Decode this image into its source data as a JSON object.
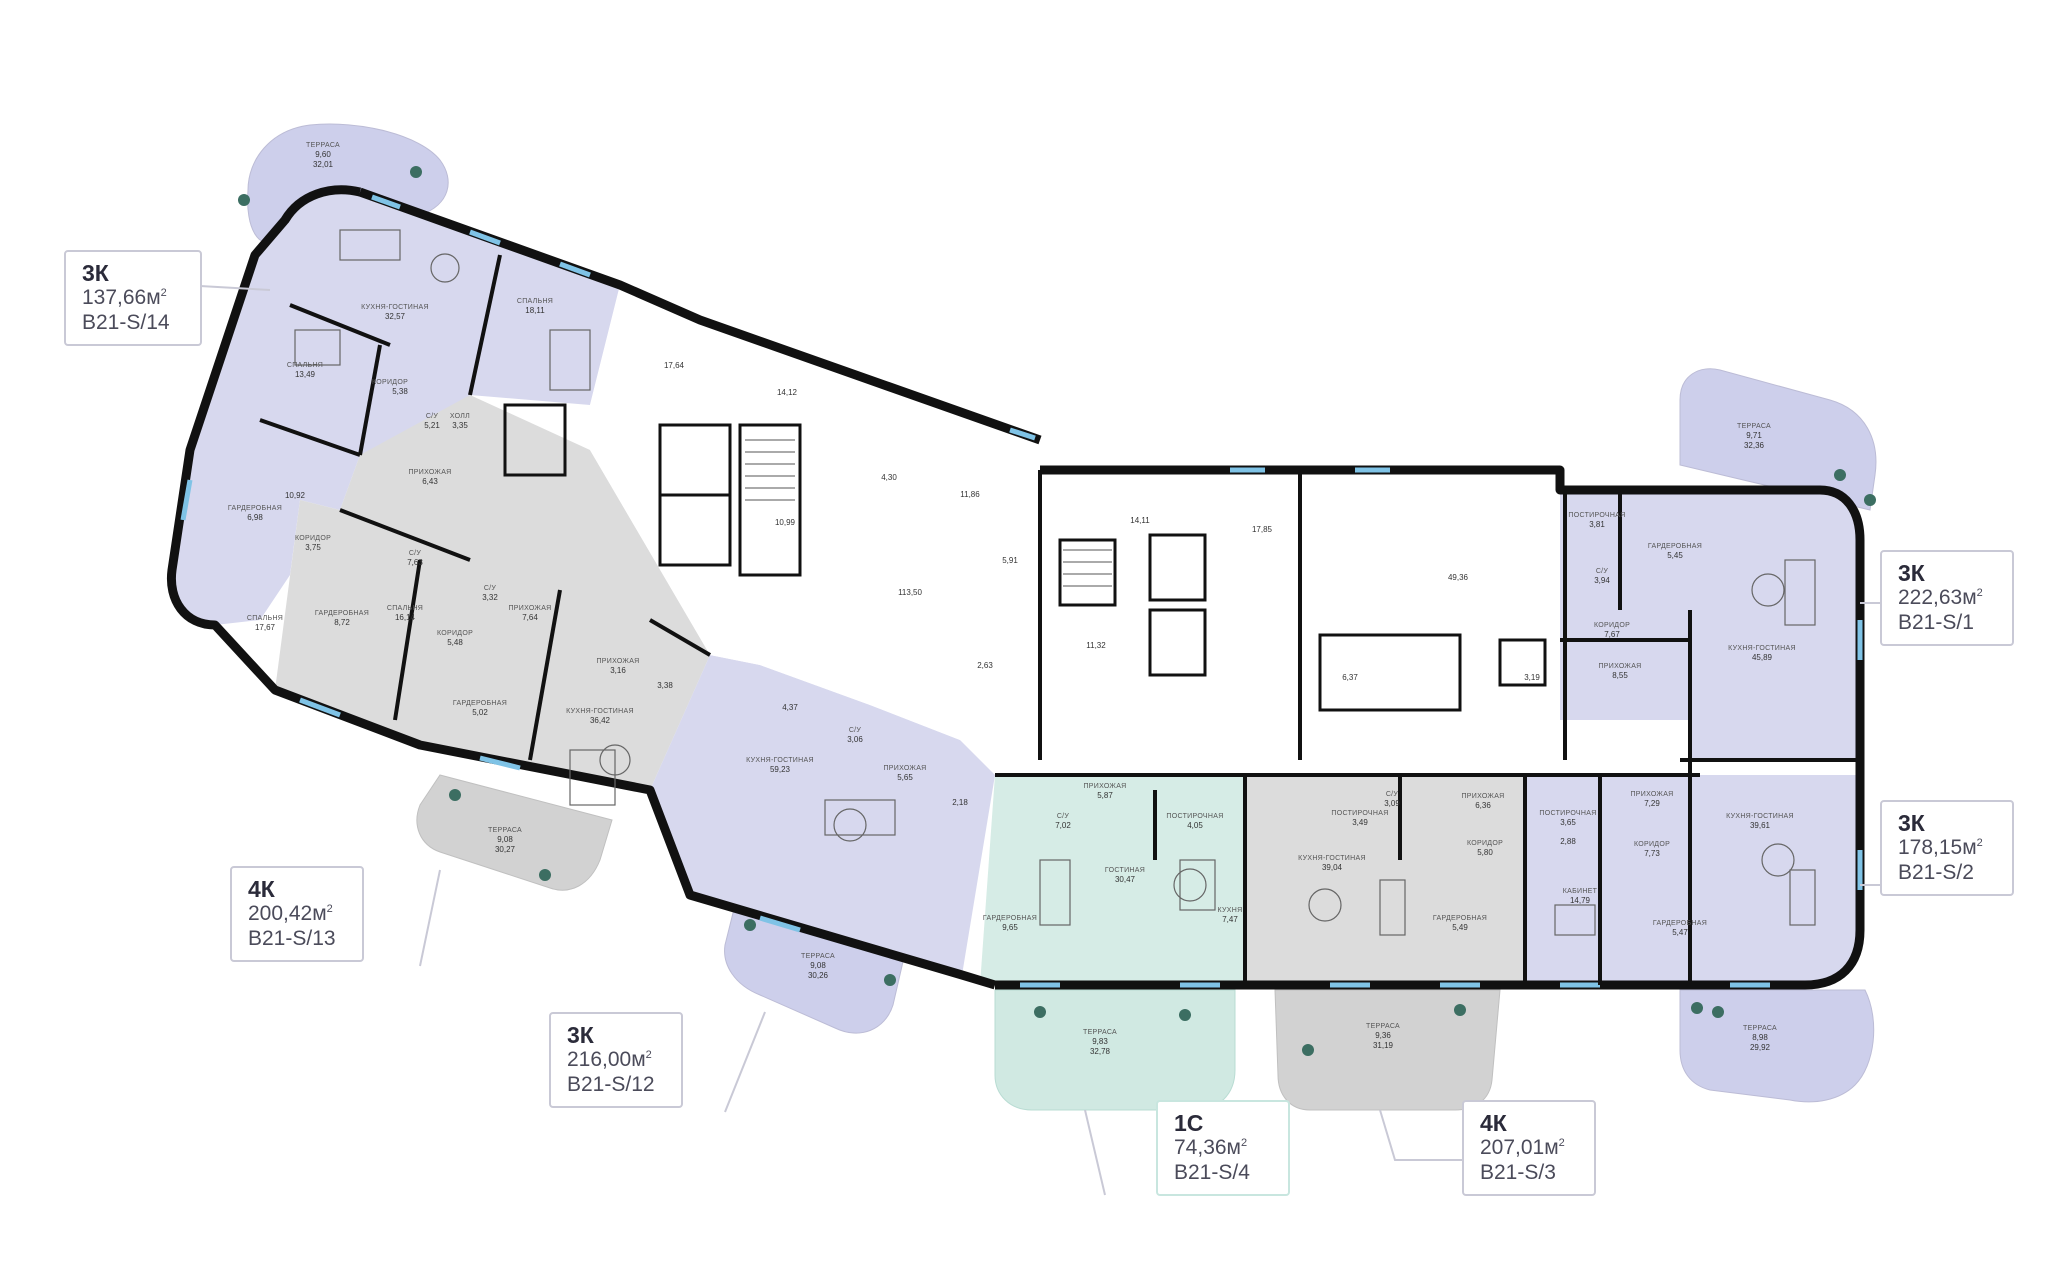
{
  "colors": {
    "apartment_lavender": "#d7d8ee",
    "apartment_gray": "#dcdcdc",
    "apartment_mint": "#d6ece6",
    "terrace_lavender": "#cdcfeb",
    "terrace_gray": "#d2d2d2",
    "terrace_mint": "#d0e9e2",
    "wall": "#111111",
    "window": "#7fc3e6",
    "card_border": "#c9c9d6"
  },
  "apartments": [
    {
      "id": "s14",
      "type": "3К",
      "area": "137,66м",
      "code": "B21-S/14"
    },
    {
      "id": "s13",
      "type": "4К",
      "area": "200,42м",
      "code": "B21-S/13"
    },
    {
      "id": "s12",
      "type": "3К",
      "area": "216,00м",
      "code": "B21-S/12"
    },
    {
      "id": "s4",
      "type": "1С",
      "area": "74,36м",
      "code": "B21-S/4"
    },
    {
      "id": "s3",
      "type": "4К",
      "area": "207,01м",
      "code": "B21-S/3"
    },
    {
      "id": "s1",
      "type": "3К",
      "area": "222,63м",
      "code": "B21-S/1"
    },
    {
      "id": "s2",
      "type": "3К",
      "area": "178,15м",
      "code": "B21-S/2"
    }
  ],
  "area_unit_sup": "2",
  "terraces": [
    {
      "label": "ТЕРРАСА",
      "v1": "9,60",
      "v2": "32,01"
    },
    {
      "label": "ТЕРРАСА",
      "v1": "9,08",
      "v2": "30,27"
    },
    {
      "label": "ТЕРРАСА",
      "v1": "9,08",
      "v2": "30,26"
    },
    {
      "label": "ТЕРРАСА",
      "v1": "9,83",
      "v2": "32,78"
    },
    {
      "label": "ТЕРРАСА",
      "v1": "9,36",
      "v2": "31,19"
    },
    {
      "label": "ТЕРРАСА",
      "v1": "9,71",
      "v2": "32,36"
    },
    {
      "label": "ТЕРРАСА",
      "v1": "8,98",
      "v2": "29,92"
    }
  ],
  "rooms": [
    {
      "label": "КУХНЯ-ГОСТИНАЯ",
      "area": "32,57"
    },
    {
      "label": "СПАЛЬНЯ",
      "area": "18,11"
    },
    {
      "label": "СПАЛЬНЯ",
      "area": "13,49"
    },
    {
      "label": "КОРИДОР",
      "area": "5,38"
    },
    {
      "label": "С/У",
      "area": "5,21"
    },
    {
      "label": "ХОЛЛ",
      "area": "3,35"
    },
    {
      "label": "ПРИХОЖАЯ",
      "area": "6,43"
    },
    {
      "label": "",
      "area": "10,92"
    },
    {
      "label": "ГАРДЕРОБНАЯ",
      "area": "6,98"
    },
    {
      "label": "КОРИДОР",
      "area": "3,75"
    },
    {
      "label": "СПАЛЬНЯ",
      "area": "17,67"
    },
    {
      "label": "С/У",
      "area": "7,63"
    },
    {
      "label": "С/У",
      "area": "3,32"
    },
    {
      "label": "ГАРДЕРОБНАЯ",
      "area": "8,72"
    },
    {
      "label": "СПАЛЬНЯ",
      "area": "16,14"
    },
    {
      "label": "КОРИДОР",
      "area": "5,48"
    },
    {
      "label": "ПРИХОЖАЯ",
      "area": "7,64"
    },
    {
      "label": "ГАРДЕРОБНАЯ",
      "area": "5,02"
    },
    {
      "label": "КУХНЯ-ГОСТИНАЯ",
      "area": "36,42"
    },
    {
      "label": "ПРИХОЖАЯ",
      "area": "3,16"
    },
    {
      "label": "",
      "area": "3,38"
    },
    {
      "label": "",
      "area": "4,37"
    },
    {
      "label": "С/У",
      "area": "3,06"
    },
    {
      "label": "КУХНЯ-ГОСТИНАЯ",
      "area": "59,23"
    },
    {
      "label": "ПРИХОЖАЯ",
      "area": "5,65"
    },
    {
      "label": "",
      "area": "2,18"
    },
    {
      "label": "",
      "area": "17,64"
    },
    {
      "label": "",
      "area": "14,12"
    },
    {
      "label": "",
      "area": "10,99"
    },
    {
      "label": "",
      "area": "4,30"
    },
    {
      "label": "",
      "area": "11,86"
    },
    {
      "label": "",
      "area": "113,50"
    },
    {
      "label": "",
      "area": "5,91"
    },
    {
      "label": "",
      "area": "2,63"
    },
    {
      "label": "",
      "area": "14,11"
    },
    {
      "label": "",
      "area": "11,32"
    },
    {
      "label": "",
      "area": "17,85"
    },
    {
      "label": "",
      "area": "49,36"
    },
    {
      "label": "",
      "area": "6,37"
    },
    {
      "label": "",
      "area": "3,19"
    },
    {
      "label": "ПОСТИРОЧНАЯ",
      "area": "3,81"
    },
    {
      "label": "ГАРДЕРОБНАЯ",
      "area": "5,45"
    },
    {
      "label": "С/У",
      "area": "3,94"
    },
    {
      "label": "КОРИДОР",
      "area": "7,67"
    },
    {
      "label": "ПРИХОЖАЯ",
      "area": "8,55"
    },
    {
      "label": "КУХНЯ-ГОСТИНАЯ",
      "area": "45,89"
    },
    {
      "label": "С/У",
      "area": "7,02"
    },
    {
      "label": "ПРИХОЖАЯ",
      "area": "5,87"
    },
    {
      "label": "ПОСТИРОЧНАЯ",
      "area": "4,05"
    },
    {
      "label": "ГОСТИНАЯ",
      "area": "30,47"
    },
    {
      "label": "ГАРДЕРОБНАЯ",
      "area": "9,65"
    },
    {
      "label": "КУХНЯ",
      "area": "7,47"
    },
    {
      "label": "ПОСТИРОЧНАЯ",
      "area": "3,49"
    },
    {
      "label": "С/У",
      "area": "3,09"
    },
    {
      "label": "ПРИХОЖАЯ",
      "area": "6,36"
    },
    {
      "label": "КУХНЯ-ГОСТИНАЯ",
      "area": "39,04"
    },
    {
      "label": "КОРИДОР",
      "area": "5,80"
    },
    {
      "label": "ГАРДЕРОБНАЯ",
      "area": "5,49"
    },
    {
      "label": "ПОСТИРОЧНАЯ",
      "area": "3,65"
    },
    {
      "label": "",
      "area": "2,88"
    },
    {
      "label": "ПРИХОЖАЯ",
      "area": "7,29"
    },
    {
      "label": "КОРИДОР",
      "area": "7,73"
    },
    {
      "label": "КАБИНЕТ",
      "area": "14,79"
    },
    {
      "label": "ГАРДЕРОБНАЯ",
      "area": "5,47"
    },
    {
      "label": "КУХНЯ-ГОСТИНАЯ",
      "area": "39,61"
    }
  ]
}
